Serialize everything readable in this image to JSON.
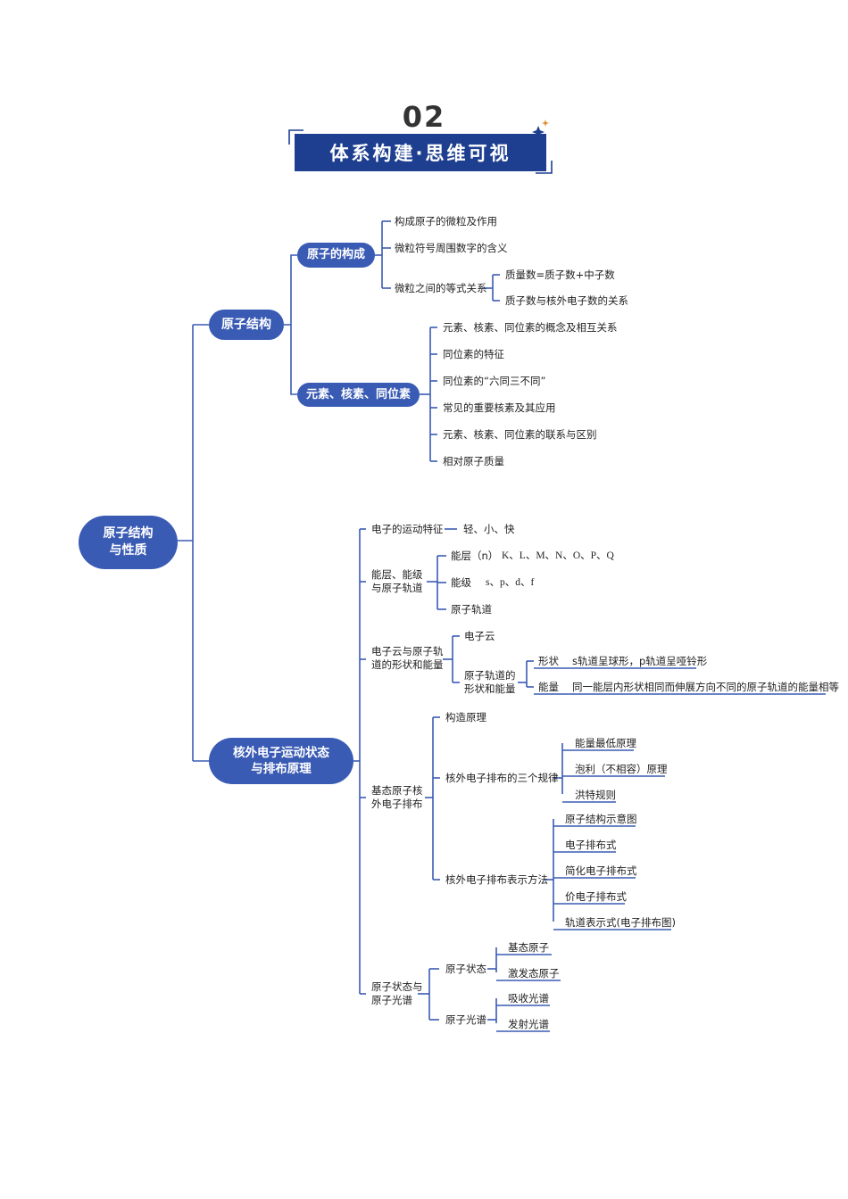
{
  "header": {
    "number": "02",
    "title": "体系构建·思维可视"
  },
  "colors": {
    "accent": "#3a5bb4",
    "banner": "#1e3f8f",
    "line": "#3a5bb4"
  },
  "root": {
    "line1": "原子结构",
    "line2": "与性质"
  },
  "branch1": {
    "label": "原子结构",
    "sub1": {
      "label": "原子的构成",
      "items": [
        "构成原子的微粒及作用",
        "微粒符号周围数字的含义",
        "微粒之间的等式关系"
      ],
      "relations": [
        "质量数=质子数+中子数",
        "质子数与核外电子数的关系"
      ]
    },
    "sub2": {
      "label": "元素、核素、同位素",
      "items": [
        "元素、核素、同位素的概念及相互关系",
        "同位素的特征",
        "同位素的“六同三不同”",
        "常见的重要核素及其应用",
        "元素、核素、同位素的联系与区别",
        "相对原子质量"
      ]
    }
  },
  "branch2": {
    "line1": "核外电子运动状态",
    "line2": "与排布原理",
    "motion": {
      "label": "电子的运动特征",
      "value": "轻、小、快"
    },
    "levels": {
      "line1": "能层、能级",
      "line2": "与原子轨道",
      "layer_label": "能层（n）",
      "layer_value": "K、L、M、N、O、P、Q",
      "sublevel_label": "能级",
      "sublevel_value": "s、p、d、f",
      "orbital": "原子轨道"
    },
    "cloud": {
      "line1": "电子云与原子轨",
      "line2": "道的形状和能量",
      "electron_cloud": "电子云",
      "shape_line1": "原子轨道的",
      "shape_line2": "形状和能量",
      "shape_label": "形状",
      "shape_value": "s轨道呈球形，p轨道呈哑铃形",
      "energy_label": "能量",
      "energy_value": "同一能层内形状相同而伸展方向不同的原子轨道的能量相等"
    },
    "ground": {
      "line1": "基态原子核",
      "line2": "外电子排布",
      "principle": "构造原理",
      "rules_label": "核外电子排布的三个规律",
      "rules": [
        "能量最低原理",
        "泡利（不相容）原理",
        "洪特规则"
      ],
      "methods_label": "核外电子排布表示方法",
      "methods": [
        "原子结构示意图",
        "电子排布式",
        "简化电子排布式",
        "价电子排布式",
        "轨道表示式(电子排布图)"
      ]
    },
    "spectra": {
      "line1": "原子状态与",
      "line2": "原子光谱",
      "state_label": "原子状态",
      "states": [
        "基态原子",
        "激发态原子"
      ],
      "spectrum_label": "原子光谱",
      "spectra_items": [
        "吸收光谱",
        "发射光谱"
      ]
    }
  }
}
